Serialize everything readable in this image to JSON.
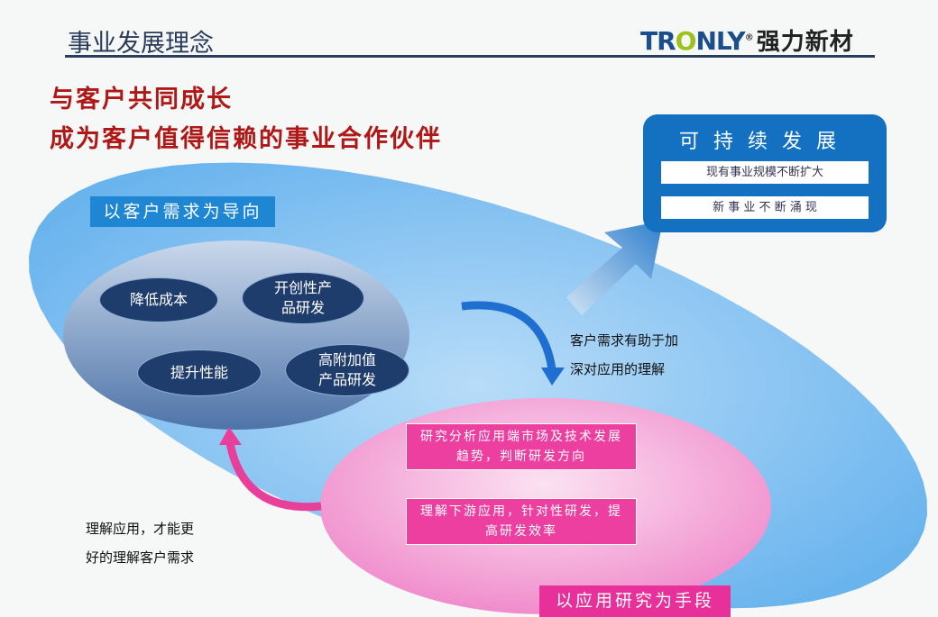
{
  "header": {
    "title": "事业发展理念",
    "logo_en_a": "TR",
    "logo_en_o": "O",
    "logo_en_b": "NLY",
    "logo_reg": "®",
    "logo_cn": "强力新材"
  },
  "headline": [
    "与客户共同成长",
    "成为客户值得信赖的事业合作伙伴"
  ],
  "sustainable": {
    "title": "可持续发展",
    "items": [
      "现有事业规模不断扩大",
      "新 事 业 不 断 涌 现"
    ]
  },
  "customer": {
    "label": "以客户需求为导向",
    "items": [
      "降低成本",
      "开创性产品研发",
      "提升性能",
      "高附加值产品研发"
    ]
  },
  "application": {
    "label": "以应用研究为手段",
    "items": [
      "研究分析应用端市场及技术发展趋势，判断研发方向",
      "理解下游应用，针对性研发，提高研发效率"
    ]
  },
  "notes": {
    "right": [
      "客户需求有助于加",
      "深对应用的理解"
    ],
    "left": [
      "理解应用，才能更",
      "好的理解客户需求"
    ]
  },
  "colors": {
    "blue": "#1470c0",
    "pink": "#ec3fa0",
    "red": "#b01818"
  }
}
